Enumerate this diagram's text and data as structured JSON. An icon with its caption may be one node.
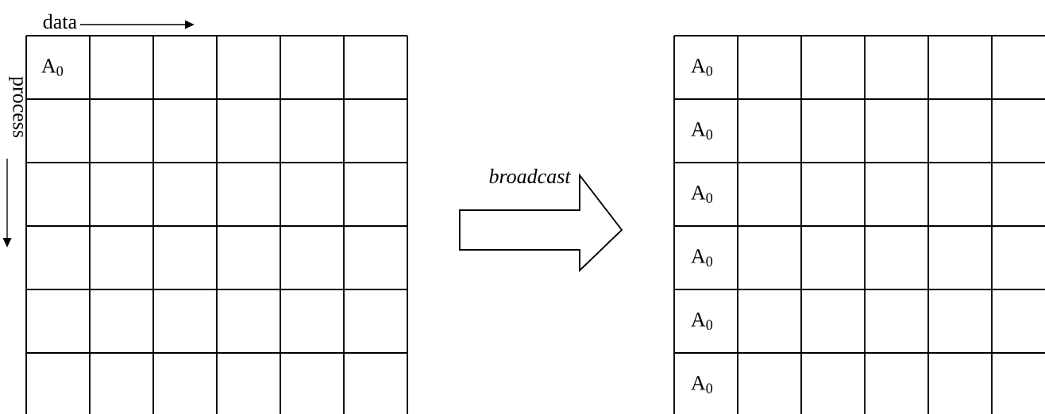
{
  "diagram": {
    "nodes": [
      {
        "text": [],
        "shape": "grid",
        "beside": [
          "data",
          "process"
        ]
      },
      {
        "text": [],
        "shape": "grid"
      }
    ],
    "edges": [
      {
        "from": 0,
        "to": 1,
        "arrow": "to",
        "label": "broadcast",
        "style": "thick"
      }
    ],
    "labels": [
      "A$_{0}$",
      "A$_{0}$",
      "A$_{0}$",
      "A$_{0}$",
      "A$_{0}$",
      "A$_{0}$",
      "A$_{0}$"
    ]
  }
}
